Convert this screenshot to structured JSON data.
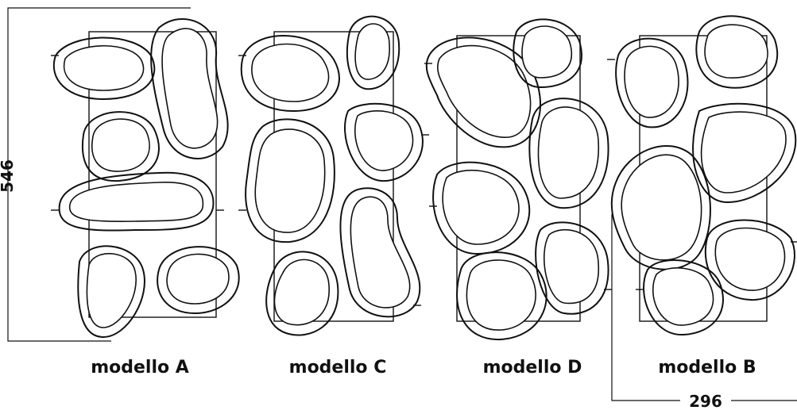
{
  "colors": {
    "line": "#111111",
    "background": "#ffffff"
  },
  "dimensions": {
    "height_value": "546",
    "width_value": "296"
  },
  "models": [
    {
      "label": "modello A"
    },
    {
      "label": "modello C"
    },
    {
      "label": "modello D"
    },
    {
      "label": "modello B"
    }
  ]
}
